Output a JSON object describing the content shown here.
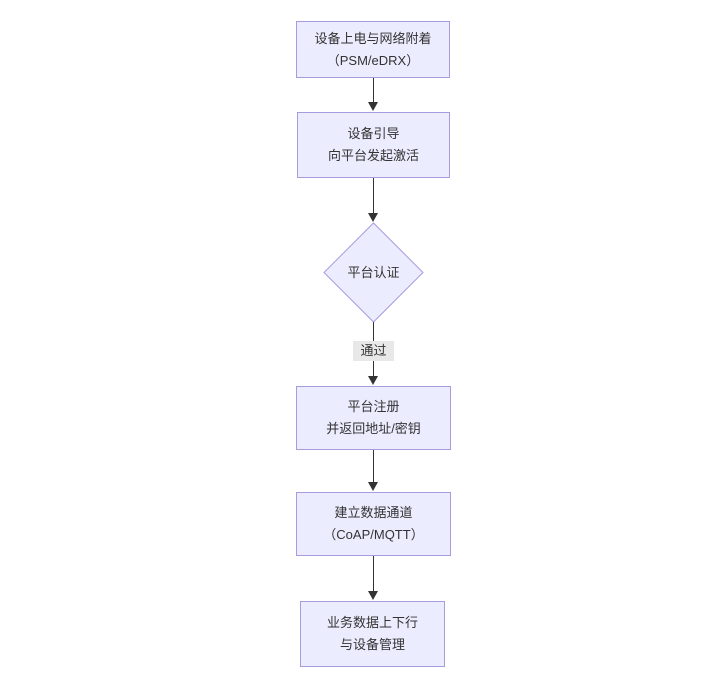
{
  "diagram": {
    "type": "flowchart",
    "direction": "top-down",
    "nodes": {
      "power_attach": {
        "shape": "rect",
        "line1": "设备上电与网络附着",
        "line2": "（PSM/eDRX）"
      },
      "bootstrap": {
        "shape": "rect",
        "line1": "设备引导",
        "line2": "向平台发起激活"
      },
      "auth": {
        "shape": "diamond",
        "label": "平台认证"
      },
      "register": {
        "shape": "rect",
        "line1": "平台注册",
        "line2": "并返回地址/密钥"
      },
      "channel": {
        "shape": "rect",
        "line1": "建立数据通道",
        "line2": "（CoAP/MQTT）"
      },
      "business": {
        "shape": "rect",
        "line1": "业务数据上下行",
        "line2": "与设备管理"
      }
    },
    "edges": {
      "auth_pass_label": "通过"
    },
    "colors": {
      "node_fill": "#ECECFF",
      "node_border": "#a89ce0",
      "arrow": "#333333",
      "edge_label_bg": "#e8e8e8",
      "text": "#333333",
      "background": "#ffffff"
    }
  }
}
